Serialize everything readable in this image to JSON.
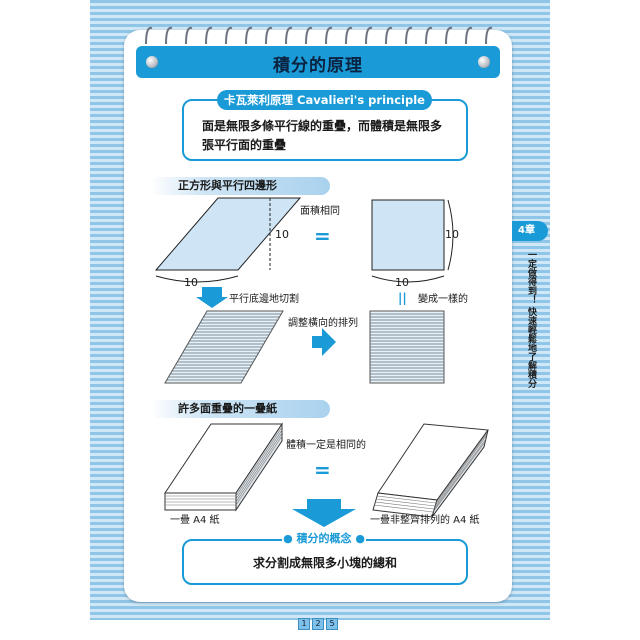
{
  "title": "積分的原理",
  "cavalieri": {
    "label": "卡瓦萊利原理 Cavalieri's principle",
    "text": "面是無限多條平行線的重疊，而體積是無限多張平行面的重疊"
  },
  "section1": {
    "title": "正方形與平行四邊形",
    "area_same": "面積相同",
    "equals": "=",
    "side_left": "10",
    "base_left": "10",
    "side_right": "10",
    "base_right": "10",
    "cut_text": "平行底邊地切割",
    "rearrange_text": "調整橫向的排列",
    "parallel_mark": "||",
    "same_text": "變成一樣的"
  },
  "section2": {
    "title": "許多面重疊的一疊紙",
    "volume_same": "體積一定是相同的",
    "equals": "=",
    "left_caption": "一疊 A4 紙",
    "right_caption": "一疊非整齊排列的 A4 紙"
  },
  "concept": {
    "label": "積分的概念",
    "text": "求分割成無限多小塊的總和"
  },
  "side_tab": {
    "chapter": "4章",
    "vertical_text": "一定做得到！ 快速輕鬆地了解積分"
  },
  "page_digits": [
    "1",
    "2",
    "5"
  ],
  "colors": {
    "accent": "#1a9ad6",
    "shape_fill": "#cfe5f5",
    "stripe_dark": "#8fc6e8",
    "stripe_light": "#cfe7f6"
  }
}
